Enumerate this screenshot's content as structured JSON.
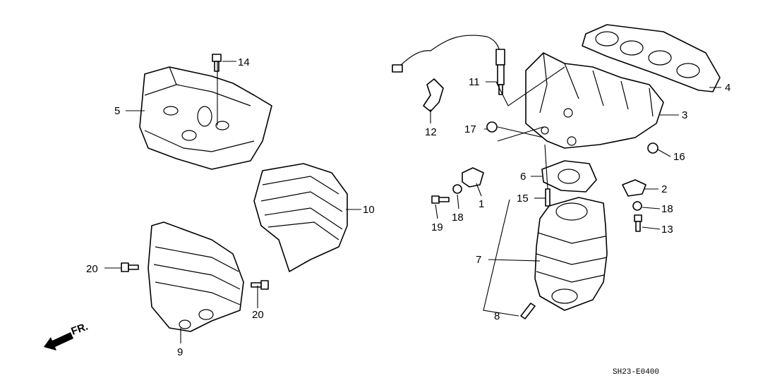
{
  "diagram": {
    "code": "SH23-E0400",
    "direction_label": "FR.",
    "callouts": {
      "c14": "14",
      "c5": "5",
      "c10": "10",
      "c20a": "20",
      "c20b": "20",
      "c9": "9",
      "c11": "11",
      "c12": "12",
      "c17": "17",
      "c4": "4",
      "c3": "3",
      "c16": "16",
      "c6": "6",
      "c2": "2",
      "c15": "15",
      "c18a": "18",
      "c1": "1",
      "c18b": "18",
      "c19": "19",
      "c13": "13",
      "c7": "7",
      "c8": "8"
    }
  }
}
